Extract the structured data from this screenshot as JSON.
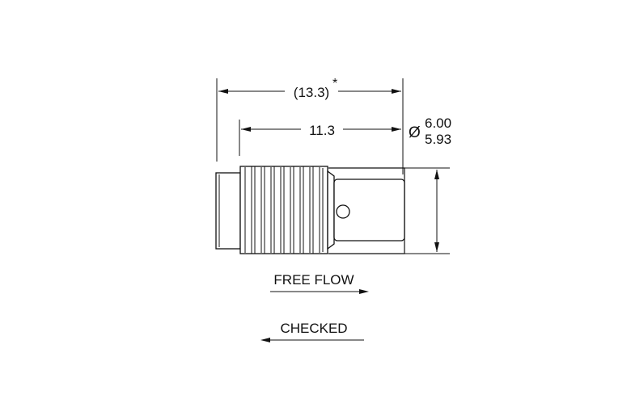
{
  "dimensions": {
    "overall_length": "(13.3)",
    "overall_note": "*",
    "body_length": "11.3",
    "diameter_symbol": "Ø",
    "diameter_max": "6.00",
    "diameter_min": "5.93"
  },
  "flow": {
    "free_flow_label": "FREE FLOW",
    "checked_label": "CHECKED"
  }
}
